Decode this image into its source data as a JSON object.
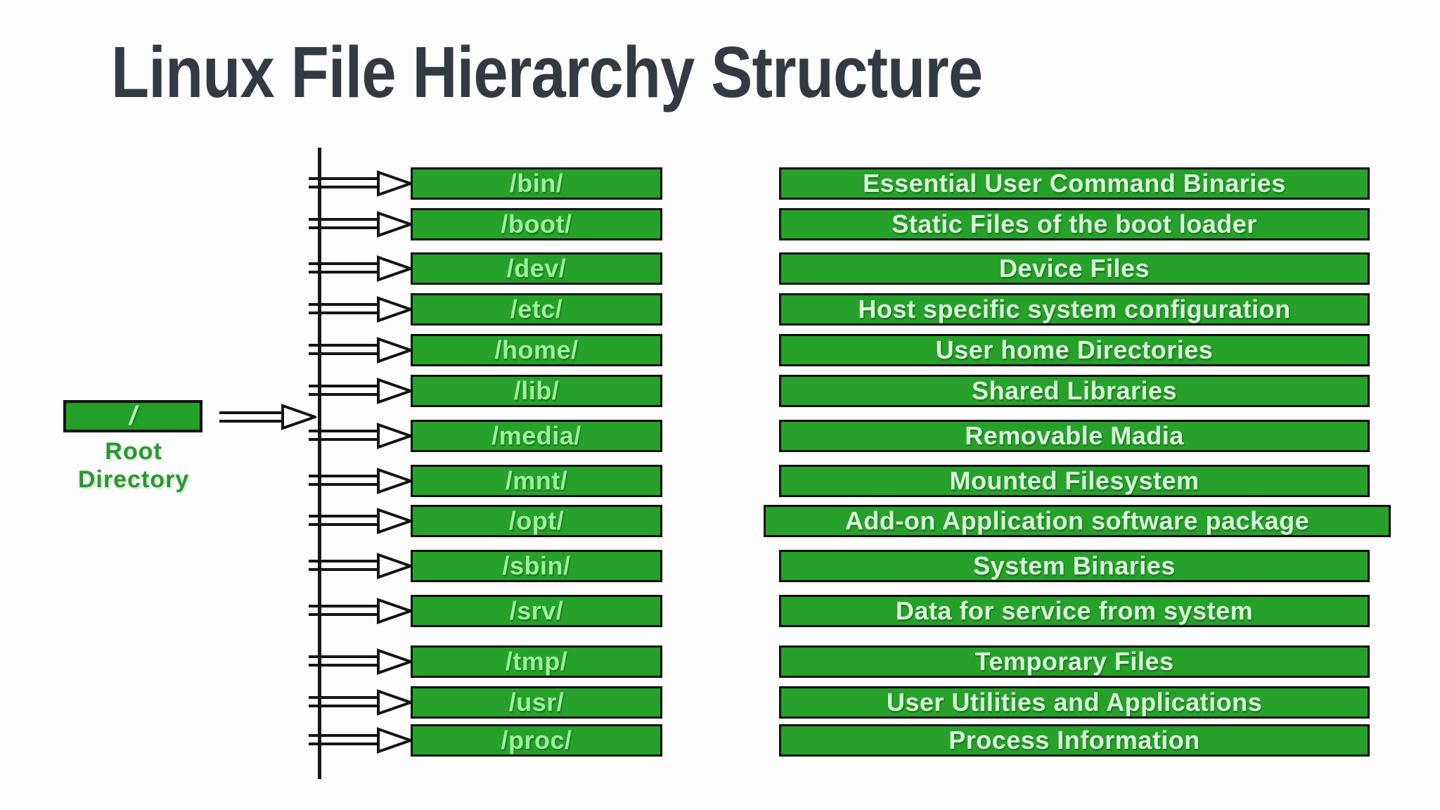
{
  "title": "Linux File Hierarchy Structure",
  "root": {
    "label": "/",
    "caption_line1": "Root",
    "caption_line2": "Directory"
  },
  "rows": [
    {
      "path": "/bin/",
      "description": "Essential User Command Binaries"
    },
    {
      "path": "/boot/",
      "description": "Static Files of the boot loader"
    },
    {
      "path": "/dev/",
      "description": "Device Files"
    },
    {
      "path": "/etc/",
      "description": "Host specific system configuration"
    },
    {
      "path": "/home/",
      "description": "User home Directories"
    },
    {
      "path": "/lib/",
      "description": "Shared Libraries"
    },
    {
      "path": "/media/",
      "description": "Removable Madia"
    },
    {
      "path": "/mnt/",
      "description": "Mounted Filesystem"
    },
    {
      "path": "/opt/",
      "description": "Add-on Application software package"
    },
    {
      "path": "/sbin/",
      "description": "System Binaries"
    },
    {
      "path": "/srv/",
      "description": "Data for service from system"
    },
    {
      "path": "/tmp/",
      "description": "Temporary Files"
    },
    {
      "path": "/usr/",
      "description": "User Utilities and Applications"
    },
    {
      "path": "/proc/",
      "description": "Process Information"
    }
  ],
  "icons": {
    "branch_arrow": "open-right-arrow",
    "root_arrow": "open-right-arrow"
  },
  "colors": {
    "box_green": "#26a22b",
    "box_border": "#101010",
    "dir_text": "#9df09d",
    "desc_text": "#d9f7d9",
    "title_text": "#333a42",
    "caption_green": "#2f9434",
    "trunk_line": "#181818",
    "background": "#fdfdfd"
  }
}
